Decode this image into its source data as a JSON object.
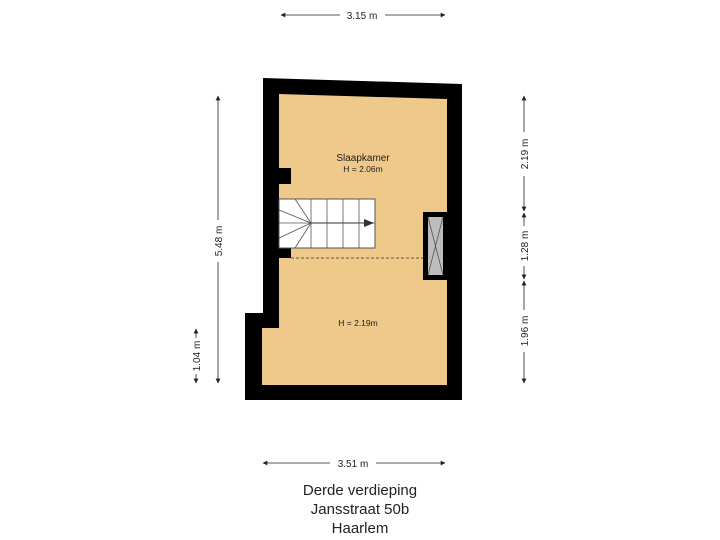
{
  "dimensions": {
    "top_width": "3.15 m",
    "bottom_width": "3.51 m",
    "left_height": "5.48 m",
    "left_lower": "1.04 m",
    "right_upper": "2.19 m",
    "right_middle": "1.28 m",
    "right_lower": "1.96 m"
  },
  "rooms": {
    "bedroom_name": "Slaapkamer",
    "bedroom_height": "H = 2.06m",
    "lower_height": "H = 2.19m"
  },
  "caption": {
    "floor": "Derde verdieping",
    "street": "Jansstraat 50b",
    "city": "Haarlem"
  },
  "colors": {
    "floor_fill": "#efc98a",
    "wall": "#000000",
    "dimension_line": "#222222"
  },
  "icons": {
    "stairs": "staircase-icon",
    "shaft": "chimney-shaft-icon"
  }
}
